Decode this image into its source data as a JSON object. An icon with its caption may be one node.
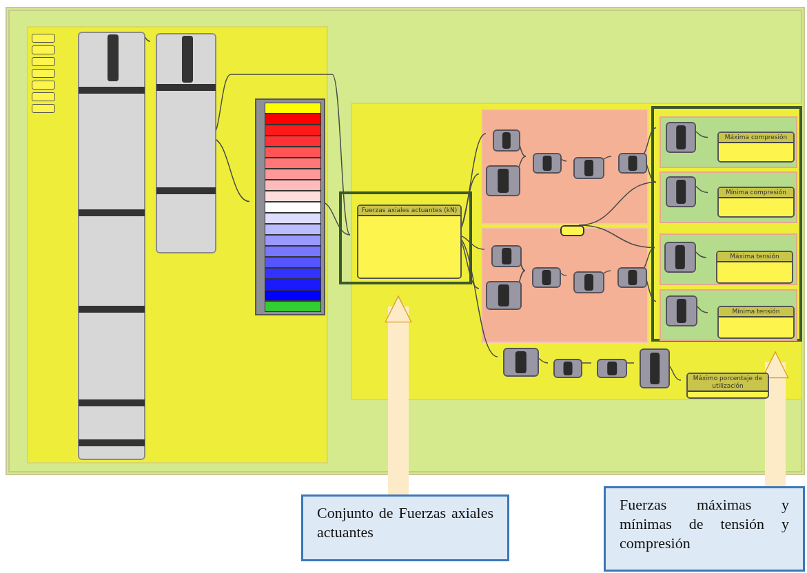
{
  "diagram": {
    "nodes": [
      {
        "text": [],
        "shape": "box"
      },
      {
        "text": [],
        "shape": "box",
        "in": 0
      },
      {
        "text": [],
        "shape": "box",
        "in": 1
      },
      {
        "text": [],
        "shape": "box",
        "in": 1
      },
      {
        "text": [],
        "shape": "bar",
        "in": 1
      },
      {
        "text": [],
        "shape": "box",
        "in": 0
      },
      {
        "text": [
          "Fuerzas axiales actuantes (kN)"
        ],
        "in": 39
      },
      {
        "text": [],
        "shape": "box",
        "in": 5
      },
      {
        "text": [],
        "shape": "box",
        "in": 5
      },
      {
        "text": [],
        "shape": "box",
        "in": 7
      },
      {
        "text": [],
        "shape": "box",
        "in": 7
      },
      {
        "text": [],
        "shape": "box",
        "in": 7
      },
      {
        "text": [],
        "shape": "box",
        "in": 7
      },
      {
        "text": [],
        "shape": "box",
        "in": 7
      },
      {
        "text": [],
        "shape": "box",
        "in": 40
      },
      {
        "text": [],
        "shape": "box",
        "in": 14
      },
      {
        "text": [
          "Máxima compresión"
        ],
        "in": 14
      },
      {
        "text": [],
        "shape": "box",
        "in": 40
      },
      {
        "text": [],
        "shape": "box",
        "in": 17
      },
      {
        "text": [
          "Mínima compresión"
        ],
        "in": 17
      },
      {
        "text": [],
        "shape": "box",
        "in": 5
      },
      {
        "text": [],
        "shape": "box",
        "in": 8
      },
      {
        "text": [],
        "shape": "box",
        "in": 8
      },
      {
        "text": [],
        "shape": "box",
        "in": 8
      },
      {
        "text": [],
        "shape": "box",
        "in": 8
      },
      {
        "text": [],
        "shape": "box",
        "in": 8
      },
      {
        "text": [],
        "shape": "box",
        "in": 40
      },
      {
        "text": [],
        "shape": "box",
        "in": 26
      },
      {
        "text": [
          "Máxima tensión"
        ],
        "in": 26
      },
      {
        "text": [],
        "shape": "box",
        "in": 40
      },
      {
        "text": [],
        "shape": "box",
        "in": 29
      },
      {
        "text": [
          "Mínima tensión"
        ],
        "in": 29
      },
      {
        "text": [],
        "shape": "box",
        "in": 5
      },
      {
        "text": [],
        "shape": "box",
        "in": 5
      },
      {
        "text": [],
        "shape": "box",
        "in": 5
      },
      {
        "text": [],
        "shape": "box",
        "in": 5
      },
      {
        "text": [
          "Máximo porcentaje de utilización"
        ],
        "in": 5
      },
      {
        "text": [
          "Conjunto de Fuerzas axiales actuantes"
        ]
      },
      {
        "text": [
          "Fuerzas máximas y mínimas de tensión y compresión"
        ]
      },
      {
        "text": [],
        "shape": "box",
        "in": 0
      },
      {
        "text": [],
        "shape": "box",
        "in": 5
      }
    ],
    "edges": [
      {
        "from": 2,
        "to": 3,
        "arrow": "none"
      },
      {
        "from": 3,
        "to": 4,
        "arrow": "none"
      },
      {
        "from": 3,
        "to": 6,
        "arrow": "none"
      },
      {
        "from": 4,
        "to": 6,
        "arrow": "none"
      },
      {
        "from": 6,
        "to": 9,
        "arrow": "none"
      },
      {
        "from": 6,
        "to": 10,
        "arrow": "none"
      },
      {
        "from": 6,
        "to": 21,
        "arrow": "none"
      },
      {
        "from": 6,
        "to": 22,
        "arrow": "none"
      },
      {
        "from": 6,
        "to": 32,
        "arrow": "none"
      },
      {
        "from": 9,
        "to": 11,
        "arrow": "none"
      },
      {
        "from": 10,
        "to": 11,
        "arrow": "none"
      },
      {
        "from": 11,
        "to": 12,
        "arrow": "none"
      },
      {
        "from": 12,
        "to": 13,
        "arrow": "none"
      },
      {
        "from": 13,
        "to": 15,
        "arrow": "none"
      },
      {
        "from": 13,
        "to": 18,
        "arrow": "none"
      },
      {
        "from": 15,
        "to": 16,
        "arrow": "none"
      },
      {
        "from": 18,
        "to": 19,
        "arrow": "none"
      },
      {
        "from": 20,
        "to": 18,
        "arrow": "none"
      },
      {
        "from": 20,
        "to": 27,
        "arrow": "none"
      },
      {
        "from": 21,
        "to": 23,
        "arrow": "none"
      },
      {
        "from": 22,
        "to": 23,
        "arrow": "none"
      },
      {
        "from": 23,
        "to": 24,
        "arrow": "none"
      },
      {
        "from": 24,
        "to": 25,
        "arrow": "none"
      },
      {
        "from": 25,
        "to": 27,
        "arrow": "none"
      },
      {
        "from": 25,
        "to": 30,
        "arrow": "none"
      },
      {
        "from": 27,
        "to": 28,
        "arrow": "none"
      },
      {
        "from": 30,
        "to": 31,
        "arrow": "none"
      },
      {
        "from": 32,
        "to": 33,
        "arrow": "none"
      },
      {
        "from": 33,
        "to": 34,
        "arrow": "none"
      },
      {
        "from": 34,
        "to": 35,
        "arrow": "none"
      },
      {
        "from": 35,
        "to": 36,
        "arrow": "none"
      },
      {
        "from": 37,
        "to": 39,
        "arrow": "to",
        "style": "thick",
        "color": "#fdebc8"
      },
      {
        "from": 38,
        "to": 40,
        "arrow": "to",
        "style": "thick",
        "color": "#fdebc8"
      }
    ]
  }
}
